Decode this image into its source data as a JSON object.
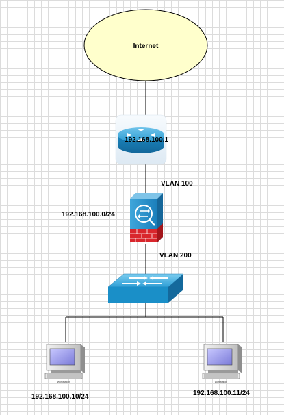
{
  "nodes": {
    "internet": {
      "label": "Internet"
    },
    "router": {
      "label": "192.168.100.1"
    },
    "firewall": {
      "label": "192.168.100.0/24"
    },
    "switch": {
      "label": ""
    },
    "workstation_left": {
      "label": "192.168.100.10/24",
      "caption": "Workstation"
    },
    "workstation_right": {
      "label": "192.168.100.11/24",
      "caption": "Workstation"
    }
  },
  "links": {
    "router_firewall": {
      "label": "VLAN 100"
    },
    "firewall_switch": {
      "label": "VLAN 200"
    }
  },
  "colors": {
    "cloud_fill": "#ffffcc",
    "device_blue": "#1a8fc8",
    "firewall_brick": "#d9262c",
    "line": "#000000"
  }
}
